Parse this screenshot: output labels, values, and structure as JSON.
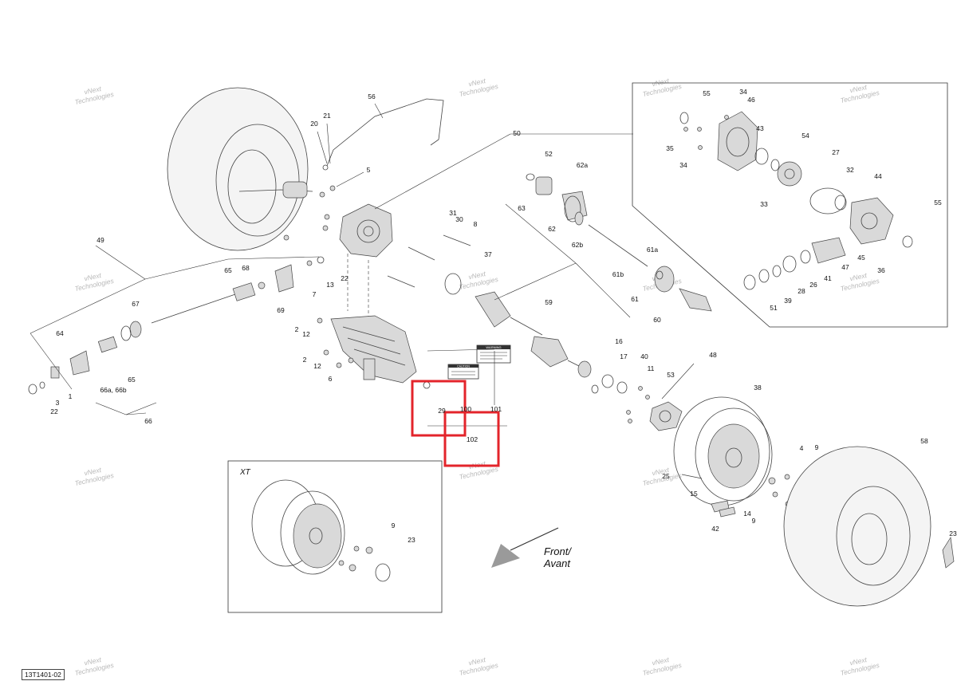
{
  "drawing_number": "13T1401-02",
  "inset_label": "XT",
  "direction_label": {
    "line1": "Front/",
    "line2": "Avant"
  },
  "watermark": {
    "line1": "vNext",
    "line2": "Technologies"
  },
  "warning_decals": {
    "warning": "WARNING",
    "caution": "CAUTION"
  },
  "highlight_color": "#e3242b",
  "callouts": [
    "20",
    "21",
    "56",
    "5",
    "50",
    "52",
    "62a",
    "63",
    "62",
    "62b",
    "31",
    "30",
    "8",
    "37",
    "61a",
    "61b",
    "61",
    "60",
    "59",
    "49",
    "65",
    "68",
    "7",
    "69",
    "13",
    "22",
    "67",
    "64",
    "66a, 66b",
    "65",
    "66",
    "3",
    "1",
    "22",
    "2",
    "12",
    "2",
    "12",
    "6",
    "29",
    "100",
    "101",
    "102",
    "16",
    "17",
    "40",
    "11",
    "53",
    "48",
    "38",
    "4",
    "9",
    "25",
    "15",
    "14",
    "9",
    "42",
    "58",
    "23",
    "9",
    "23",
    "34",
    "55",
    "46",
    "35",
    "34",
    "43",
    "54",
    "27",
    "32",
    "44",
    "33",
    "55",
    "45",
    "47",
    "36",
    "41",
    "26",
    "28",
    "39",
    "51"
  ]
}
